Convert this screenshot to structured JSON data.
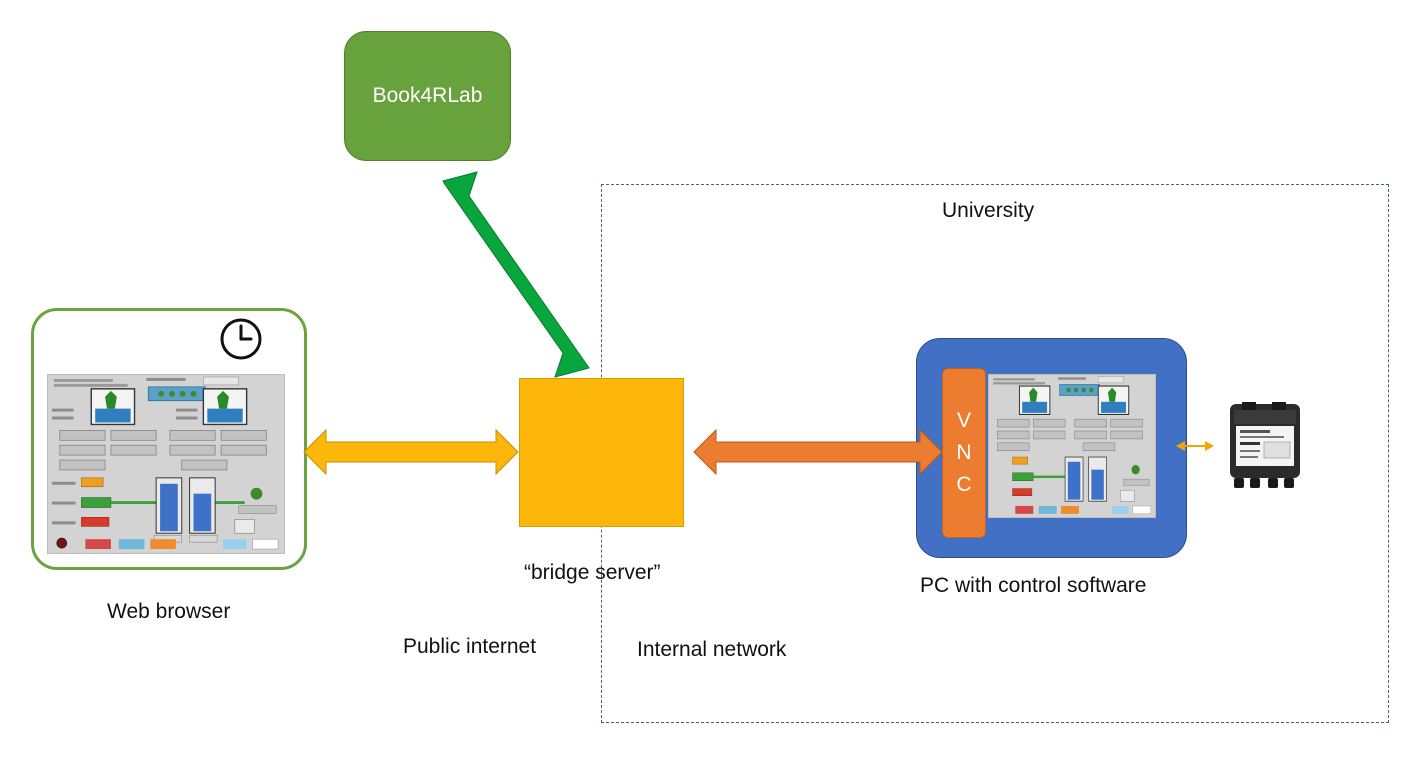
{
  "nodes": {
    "book4rlab": "Book4RLab",
    "web_browser": "Web browser",
    "bridge_server": "“bridge server”",
    "pc": "PC with control software",
    "vnc": [
      "V",
      "N",
      "C"
    ]
  },
  "zones": {
    "university": "University",
    "public_internet": "Public internet",
    "internal_network": "Internal network"
  },
  "colors": {
    "green_box": "#67a23c",
    "green_arrow": "#08a63c",
    "yellow": "#fcb70a",
    "orange": "#ec7c30",
    "blue": "#4170c4",
    "zone_border": "#47628a"
  },
  "icons": [
    "clock-icon",
    "hmi-screenshot",
    "hardware-device-icon"
  ]
}
